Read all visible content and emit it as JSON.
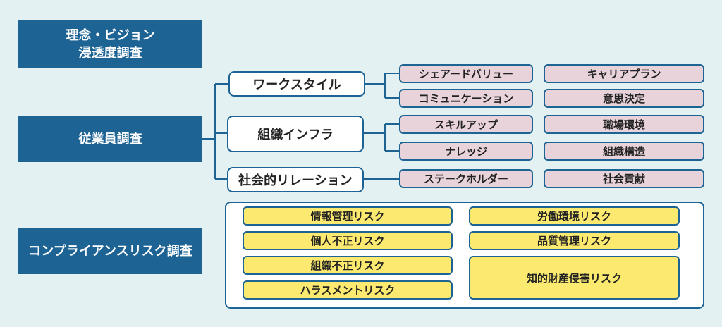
{
  "categories": {
    "philosophy": {
      "line1": "理念・ビジョン",
      "line2": "浸透度調査"
    },
    "employee": "従業員調査",
    "compliance": "コンプライアンスリスク調査"
  },
  "employee_groups": {
    "workstyle": "ワークスタイル",
    "infra": "組織インフラ",
    "relations": "社会的リレーション"
  },
  "employee_items": {
    "share_value": "シェアードバリュー",
    "communication": "コミュニケーション",
    "skillup": "スキルアップ",
    "knowledge": "ナレッジ",
    "stakeholder": "ステークホルダー",
    "career": "キャリアプラン",
    "decision": "意思決定",
    "workplace": "職場環境",
    "org_structure": "組織構造",
    "contribution": "社会貢献"
  },
  "risk_items": {
    "info": "情報管理リスク",
    "personal": "個人不正リスク",
    "org": "組織不正リスク",
    "harassment": "ハラスメントリスク",
    "labor": "労働環境リスク",
    "quality": "品質管理リスク",
    "ip": "知的財産侵害リスク"
  }
}
